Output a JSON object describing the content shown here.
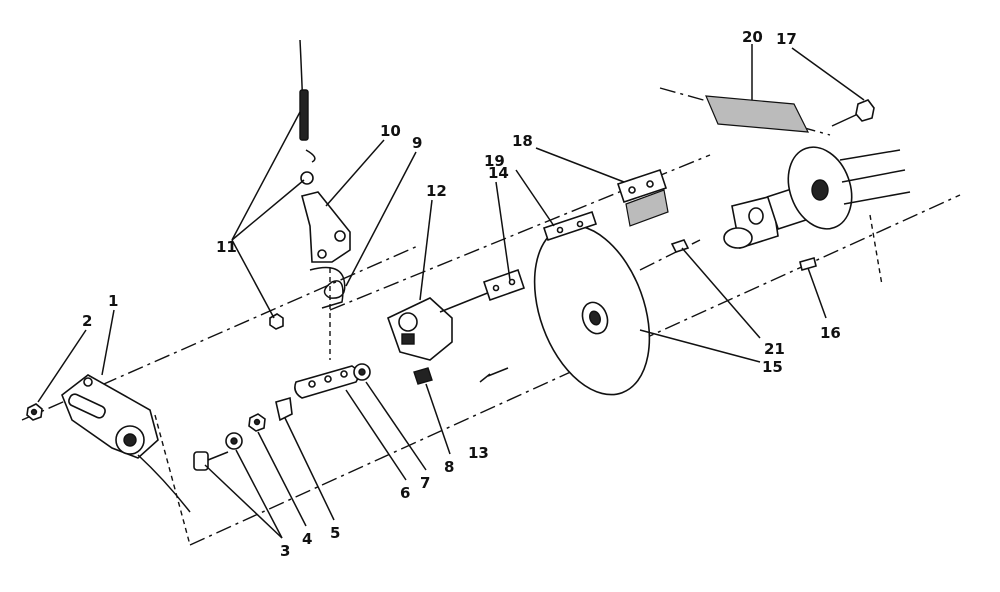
{
  "diagram": {
    "callouts": [
      {
        "id": "c1",
        "text": "1"
      },
      {
        "id": "c2",
        "text": "2"
      },
      {
        "id": "c3",
        "text": "3"
      },
      {
        "id": "c4",
        "text": "4"
      },
      {
        "id": "c5",
        "text": "5"
      },
      {
        "id": "c6",
        "text": "6"
      },
      {
        "id": "c7",
        "text": "7"
      },
      {
        "id": "c8",
        "text": "8"
      },
      {
        "id": "c9",
        "text": "9"
      },
      {
        "id": "c10",
        "text": "10"
      },
      {
        "id": "c11",
        "text": "11"
      },
      {
        "id": "c12",
        "text": "12"
      },
      {
        "id": "c13",
        "text": "13"
      },
      {
        "id": "c14",
        "text": "14"
      },
      {
        "id": "c15",
        "text": "15"
      },
      {
        "id": "c16",
        "text": "16"
      },
      {
        "id": "c17",
        "text": "17"
      },
      {
        "id": "c18",
        "text": "18"
      },
      {
        "id": "c19",
        "text": "19"
      },
      {
        "id": "c20",
        "text": "20"
      },
      {
        "id": "c21",
        "text": "21"
      }
    ]
  }
}
